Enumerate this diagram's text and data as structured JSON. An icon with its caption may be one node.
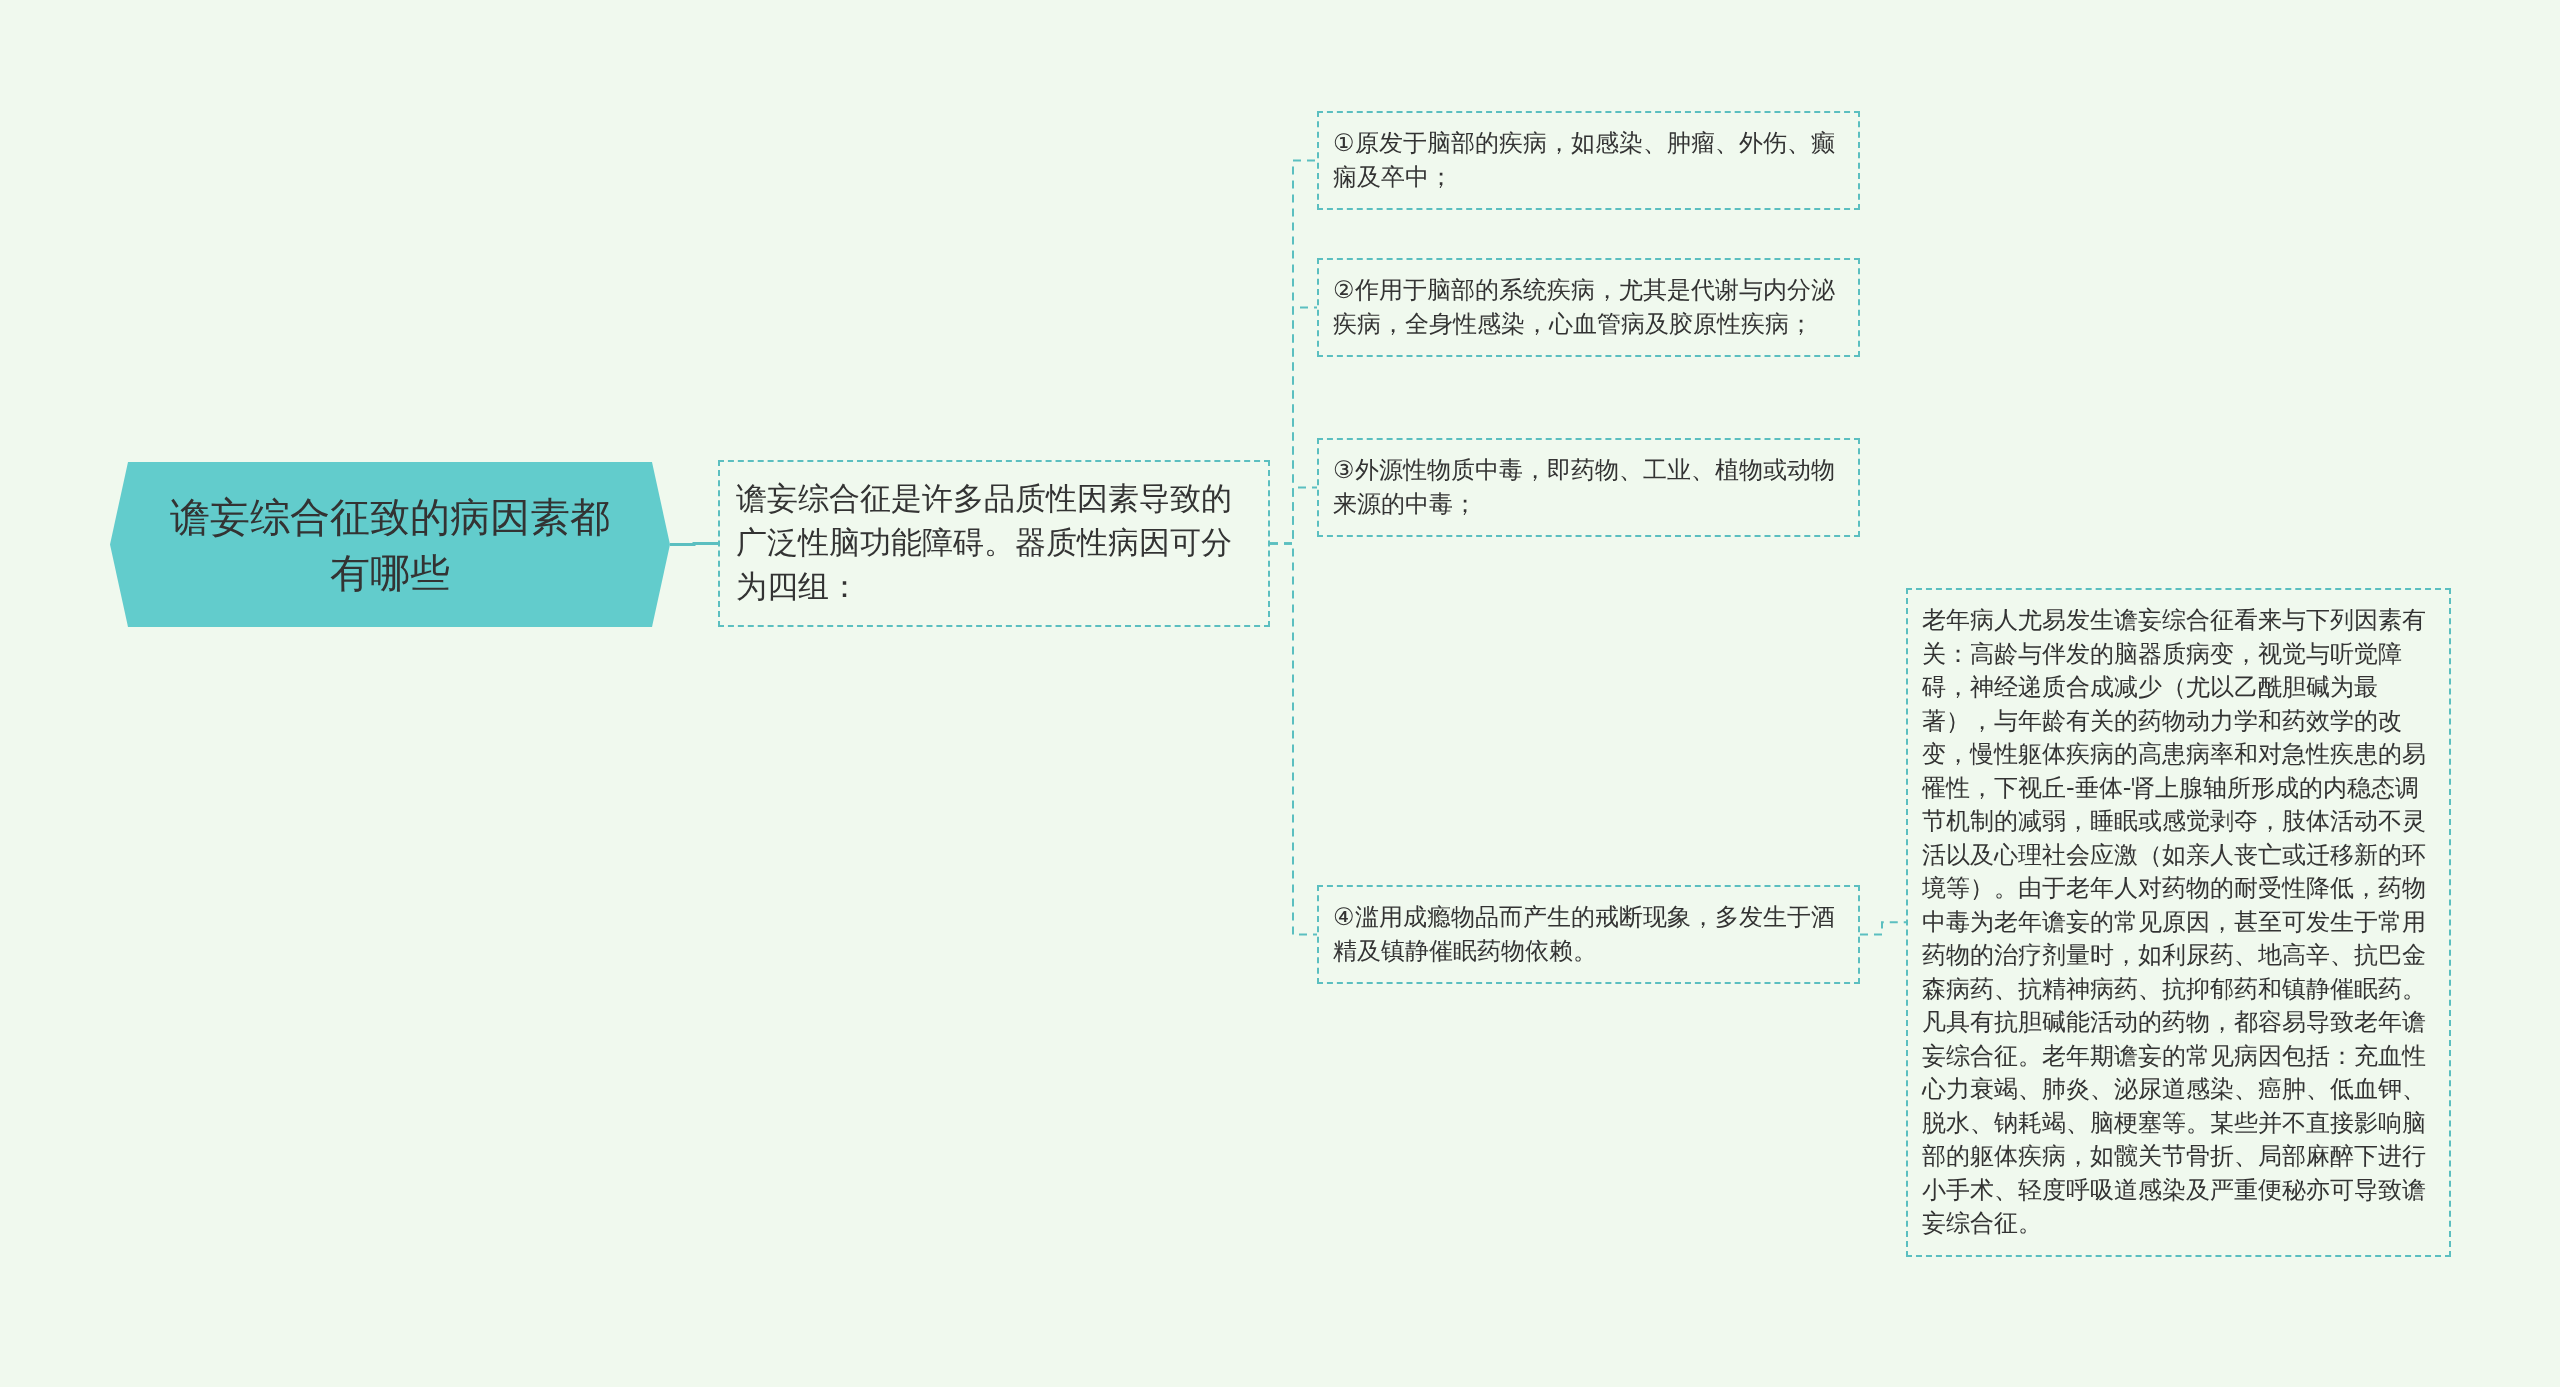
{
  "diagram": {
    "nodes": [
      {
        "text": [
          "谵妄综合征致的病因素都有哪些"
        ]
      },
      {
        "text": [
          "谵妄综合征是许多品质性因素导致的广泛性脑功能障碍。器质性病因可分为四组："
        ]
      },
      {
        "text": [
          "①原发于脑部的疾病，如感染、肿瘤、外伤、癫痫及卒中；"
        ]
      },
      {
        "text": [
          "②作用于脑部的系统疾病，尤其是代谢与内分泌疾病，全身性感染，心血管病及胶原性疾病；"
        ]
      },
      {
        "text": [
          "③外源性物质中毒，即药物、工业、植物或动物来源的中毒；"
        ]
      },
      {
        "text": [
          "④滥用成瘾物品而产生的戒断现象，多发生于酒精及镇静催眠药物依赖。"
        ]
      },
      {
        "text": [
          "老年病人尤易发生谵妄综合征看来与下列因素有关：高龄与伴发的脑器质病变，视觉与听觉障碍，神经递质合成减少（尤以乙酰胆碱为最著），与年龄有关的药物动力学和药效学的改变，慢性躯体疾病的高患病率和对急性疾患的易罹性，下视丘-垂体-肾上腺轴所形成的内稳态调节机制的减弱，睡眠或感觉剥夺，肢体活动不灵活以及心理社会应激（如亲人丧亡或迁移新的环境等）。由于老年人对药物的耐受性降低，药物中毒为老年谵妄的常见原因，甚至可发生于常用药物的治疗剂量时，如利尿药、地高辛、抗巴金森病药、抗精神病药、抗抑郁药和镇静催眠药。凡具有抗胆碱能活动的药物，都容易导致老年谵妄综合征。老年期谵妄的常见病因包括：充血性心力衰竭、肺炎、泌尿道感染、癌肿、低血钾、脱水、钠耗竭、脑梗塞等。某些并不直接影响脑部的躯体疾病，如髋关节骨折、局部麻醉下进行小手术、轻度呼吸道感染及严重便秘亦可导致谵妄综合征。"
        ]
      }
    ],
    "edges": [
      {
        "from": 0,
        "to": 1,
        "arrow": "none"
      },
      {
        "from": 1,
        "to": 2,
        "arrow": "none",
        "style": "dashed"
      },
      {
        "from": 1,
        "to": 3,
        "arrow": "none",
        "style": "dashed"
      },
      {
        "from": 1,
        "to": 4,
        "arrow": "none",
        "style": "dashed"
      },
      {
        "from": 1,
        "to": 5,
        "arrow": "none",
        "style": "dashed"
      },
      {
        "from": 5,
        "to": 6,
        "arrow": "none",
        "style": "dashed"
      }
    ]
  }
}
